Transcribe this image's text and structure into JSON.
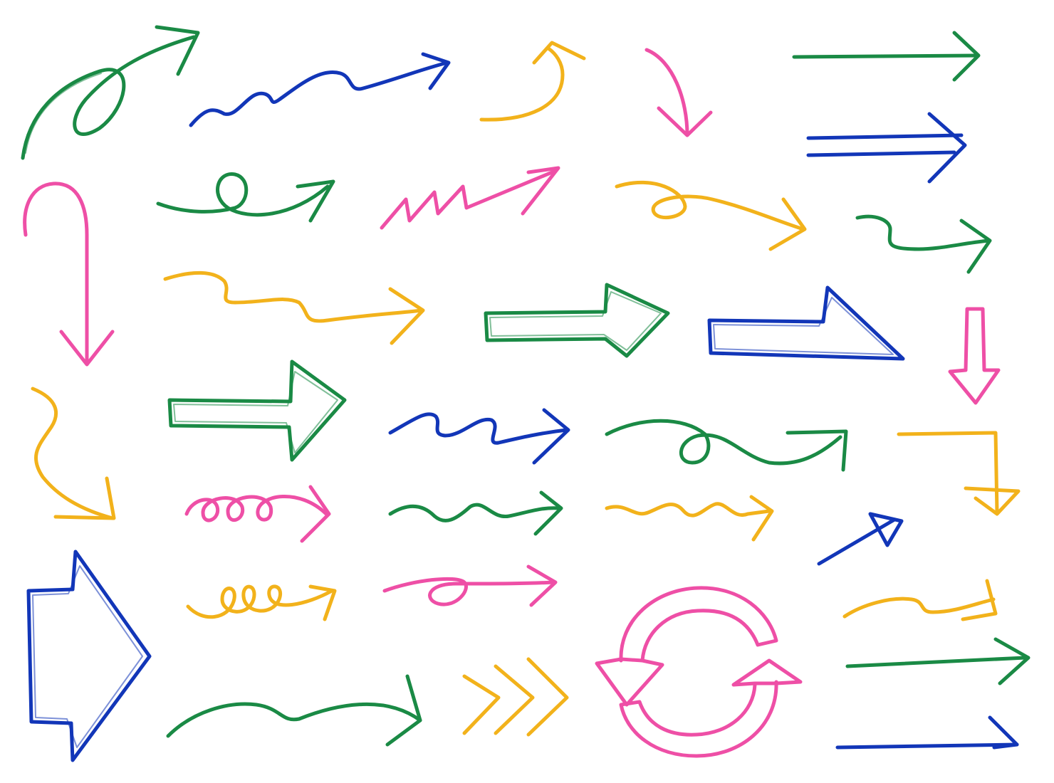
{
  "illustration": {
    "subject": "crayon-arrows-set",
    "background_color": "#ffffff",
    "palette": {
      "green": "#1a8a45",
      "blue": "#1236b8",
      "pink": "#ee4fa6",
      "yellow": "#f2b21b"
    },
    "arrows": [
      {
        "name": "loop-curve-arrow",
        "color": "green"
      },
      {
        "name": "wavy-arrow",
        "color": "blue"
      },
      {
        "name": "hook-curve-arrow",
        "color": "yellow"
      },
      {
        "name": "curve-down-arrow",
        "color": "pink"
      },
      {
        "name": "long-straight-arrow",
        "color": "green"
      },
      {
        "name": "double-line-arrow",
        "color": "blue"
      },
      {
        "name": "u-turn-down-arrow",
        "color": "pink"
      },
      {
        "name": "loop-arrow",
        "color": "green"
      },
      {
        "name": "zigzag-arrow",
        "color": "pink"
      },
      {
        "name": "loop-swoosh-arrow",
        "color": "yellow"
      },
      {
        "name": "squiggle-arrow",
        "color": "green"
      },
      {
        "name": "squiggle-line-arrow",
        "color": "yellow"
      },
      {
        "name": "block-arrow-outline",
        "color": "green"
      },
      {
        "name": "half-block-arrow",
        "color": "blue"
      },
      {
        "name": "small-block-down-arrow",
        "color": "pink"
      },
      {
        "name": "s-curve-down-arrow",
        "color": "yellow"
      },
      {
        "name": "block-arrow-outline-large",
        "color": "green"
      },
      {
        "name": "zigzag-wave-arrow",
        "color": "blue"
      },
      {
        "name": "loop-wave-arrow",
        "color": "green"
      },
      {
        "name": "elbow-down-arrow",
        "color": "yellow"
      },
      {
        "name": "curly-loops-arrow",
        "color": "pink"
      },
      {
        "name": "wavy-line-arrow",
        "color": "green"
      },
      {
        "name": "tight-wave-arrow",
        "color": "yellow"
      },
      {
        "name": "diagonal-arrow",
        "color": "blue"
      },
      {
        "name": "curly-loops-arrow-2",
        "color": "yellow"
      },
      {
        "name": "loop-straight-arrow",
        "color": "pink"
      },
      {
        "name": "wave-hook-arrow",
        "color": "yellow"
      },
      {
        "name": "big-block-arrow-outline",
        "color": "blue"
      },
      {
        "name": "swoosh-arrow",
        "color": "green"
      },
      {
        "name": "chevron-arrows",
        "color": "yellow"
      },
      {
        "name": "circular-refresh-arrows",
        "color": "pink"
      },
      {
        "name": "straight-arrow",
        "color": "green"
      },
      {
        "name": "elbow-up-arrow",
        "color": "blue"
      }
    ]
  }
}
